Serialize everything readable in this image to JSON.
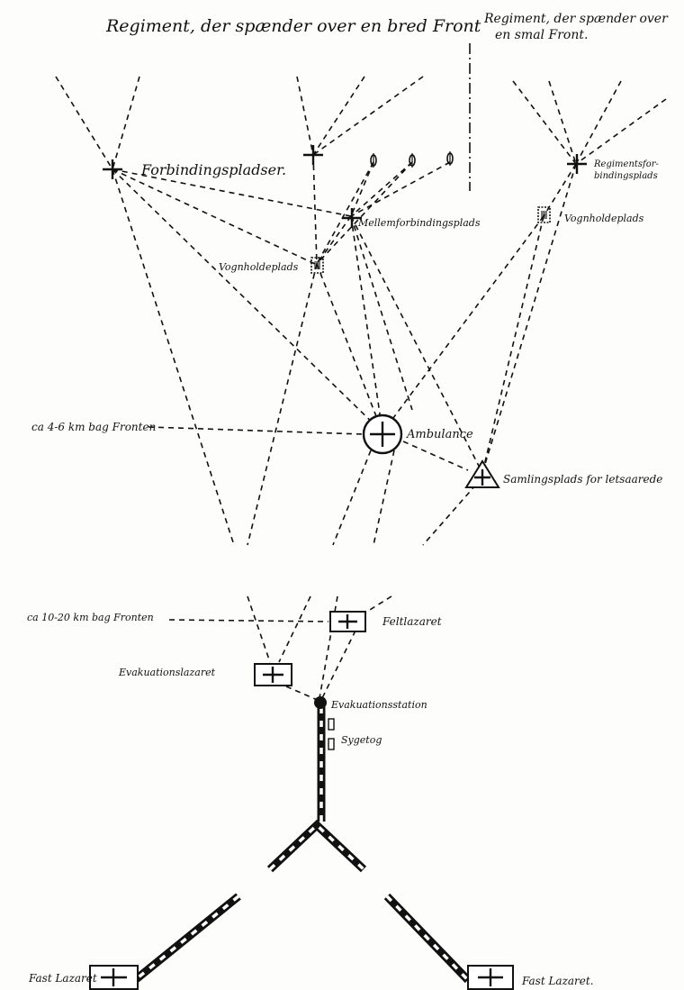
{
  "labels": {
    "regiment_broad": "Regiment, der spænder over en bred Front",
    "regiment_narrow_1": "Regiment, der spænder over",
    "regiment_narrow_2": "en smal Front.",
    "forbindingspladser": "Forbindingspladser.",
    "mellemforbindingsplads": "Mellemforbindingsplads",
    "vognholdeplads_left": "Vognholdeplads",
    "vognholdeplads_right": "Vognholdeplads",
    "regimentsforbindingsplads_1": "Regimentsfor-",
    "regimentsforbindingsplads_2": "bindingsplads",
    "distance_4_6": "ca 4-6 km bag Fronten",
    "ambulance": "Ambulance",
    "samlingsplads": "Samlingsplads for letsaarede",
    "distance_10_20": "ca 10-20 km bag Fronten",
    "feltlazaret": "Feltlazaret",
    "evakuationslazaret": "Evakuationslazaret",
    "evakuationsstation": "Evakuationsstation",
    "sygetog": "Sygetog",
    "fast_lazaret_left": "Fast Lazaret",
    "fast_lazaret_right": "Fast Lazaret."
  },
  "icons": [
    "red-cross-icon",
    "ambulance-circle-icon",
    "triangle-cross-icon",
    "wagon-icon",
    "stretcher-bearer-icon",
    "station-dot-icon",
    "railway-icon"
  ]
}
